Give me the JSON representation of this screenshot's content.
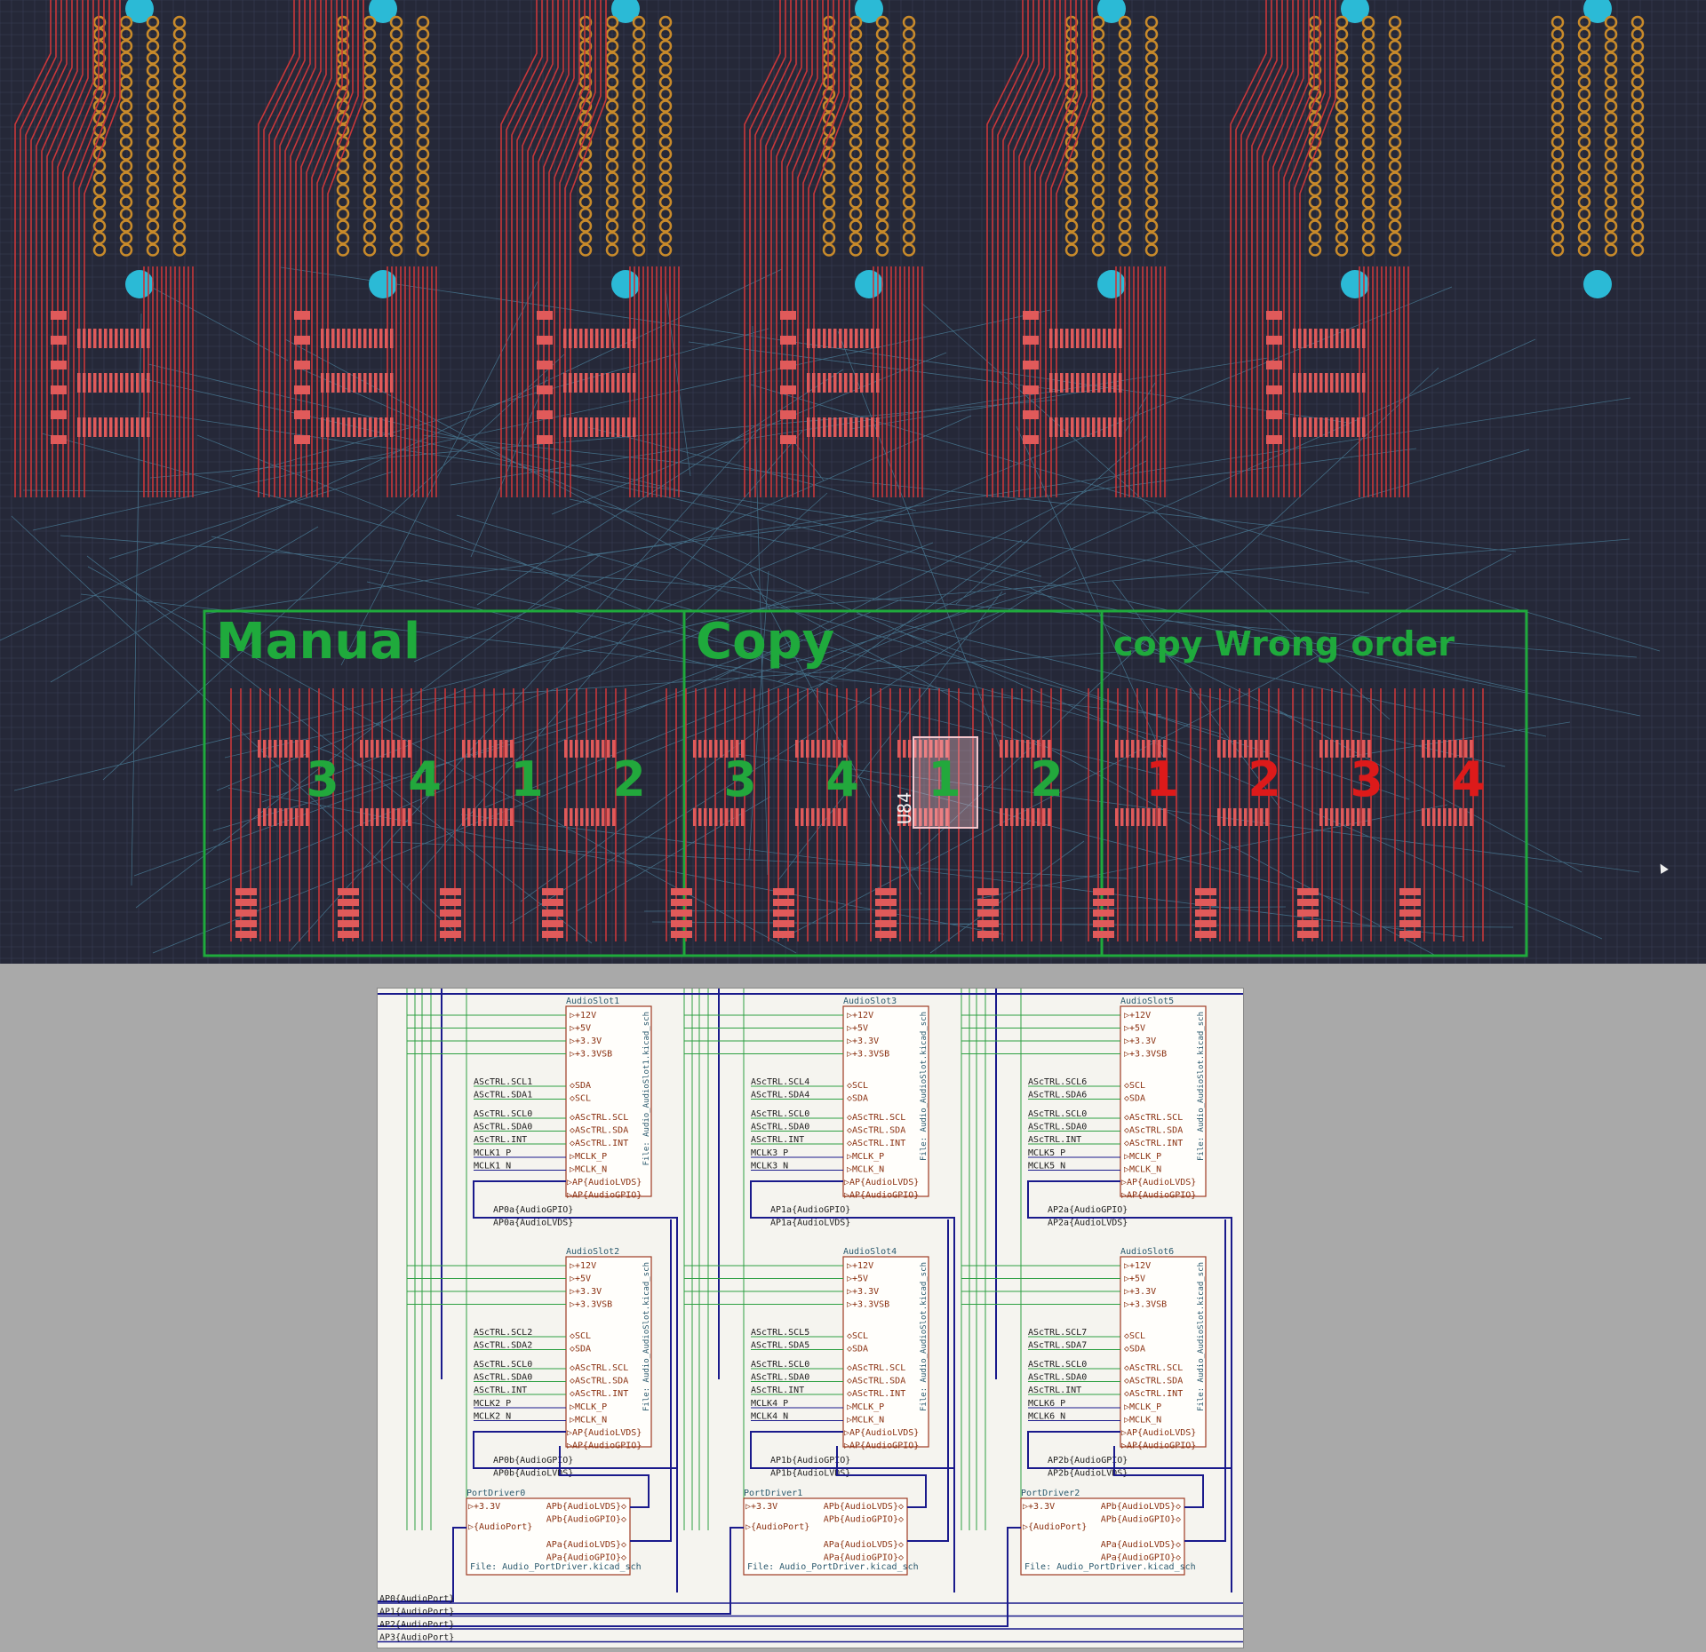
{
  "pcb_view": {
    "groups": [
      {
        "label": "Manual",
        "numbers": [
          "3",
          "4",
          "1",
          "2"
        ],
        "number_color": "green"
      },
      {
        "label": "Copy",
        "numbers": [
          "3",
          "4",
          "1",
          "2"
        ],
        "number_color": "green"
      },
      {
        "label": "copy Wrong order",
        "numbers": [
          "1",
          "2",
          "3",
          "4"
        ],
        "number_color": "red"
      }
    ],
    "selected_ref": "U84",
    "colors": {
      "board": "#252838",
      "copper": "#c8373a",
      "pad": "#e05a5a",
      "ratsnest": "#5aa0c0",
      "hole": "#2bbad6",
      "group_box": "#1faa3c"
    }
  },
  "schematic": {
    "slots": [
      {
        "name": "AudioSlot1",
        "file": "File: Audio_AudioSlot1.kicad_sch",
        "power": [
          "+12V",
          "+5V",
          "+3.3V",
          "+3.3VSB"
        ],
        "bus": [
          "SDA",
          "SCL"
        ],
        "ctrl": [
          "AScTRL.SCL",
          "AScTRL.SDA",
          "AScTRL.INT"
        ],
        "mclk": [
          "MCLK_P",
          "MCLK_N"
        ],
        "ports": [
          "AP{AudioLVDS}",
          "AP{AudioGPIO}"
        ],
        "labels_i2c": [
          "AScTRL.SCL1",
          "AScTRL.SDA1"
        ],
        "labels_ctrl": [
          "AScTRL.SCL0",
          "AScTRL.SDA0",
          "AScTRL.INT"
        ],
        "labels_mclk": [
          "MCLK1_P",
          "MCLK1_N"
        ],
        "labels_ap": [
          "AP0a{AudioGPIO}",
          "AP0a{AudioLVDS}"
        ]
      },
      {
        "name": "AudioSlot3",
        "file": "File: Audio_AudioSlot.kicad_sch",
        "power": [
          "+12V",
          "+5V",
          "+3.3V",
          "+3.3VSB"
        ],
        "bus": [
          "SCL",
          "SDA"
        ],
        "ctrl": [
          "AScTRL.SCL",
          "AScTRL.SDA",
          "AScTRL.INT"
        ],
        "mclk": [
          "MCLK_P",
          "MCLK_N"
        ],
        "ports": [
          "AP{AudioLVDS}",
          "AP{AudioGPIO}"
        ],
        "labels_i2c": [
          "AScTRL.SCL4",
          "AScTRL.SDA4"
        ],
        "labels_ctrl": [
          "AScTRL.SCL0",
          "AScTRL.SDA0",
          "AScTRL.INT"
        ],
        "labels_mclk": [
          "MCLK3_P",
          "MCLK3_N"
        ],
        "labels_ap": [
          "AP1a{AudioGPIO}",
          "AP1a{AudioLVDS}"
        ]
      },
      {
        "name": "AudioSlot5",
        "file": "File: Audio_AudioSlot.kicad_sch",
        "power": [
          "+12V",
          "+5V",
          "+3.3V",
          "+3.3VSB"
        ],
        "bus": [
          "SCL",
          "SDA"
        ],
        "ctrl": [
          "AScTRL.SCL",
          "AScTRL.SDA",
          "AScTRL.INT"
        ],
        "mclk": [
          "MCLK_P",
          "MCLK_N"
        ],
        "ports": [
          "AP{AudioLVDS}",
          "AP{AudioGPIO}"
        ],
        "labels_i2c": [
          "AScTRL.SCL6",
          "AScTRL.SDA6"
        ],
        "labels_ctrl": [
          "AScTRL.SCL0",
          "AScTRL.SDA0",
          "AScTRL.INT"
        ],
        "labels_mclk": [
          "MCLK5_P",
          "MCLK5_N"
        ],
        "labels_ap": [
          "AP2a{AudioGPIO}",
          "AP2a{AudioLVDS}"
        ]
      },
      {
        "name": "AudioSlot2",
        "file": "File: Audio_AudioSlot.kicad_sch",
        "power": [
          "+12V",
          "+5V",
          "+3.3V",
          "+3.3VSB"
        ],
        "bus": [
          "SCL",
          "SDA"
        ],
        "ctrl": [
          "AScTRL.SCL",
          "AScTRL.SDA",
          "AScTRL.INT"
        ],
        "mclk": [
          "MCLK_P",
          "MCLK_N"
        ],
        "ports": [
          "AP{AudioLVDS}",
          "AP{AudioGPIO}"
        ],
        "labels_i2c": [
          "AScTRL.SCL2",
          "AScTRL.SDA2"
        ],
        "labels_ctrl": [
          "AScTRL.SCL0",
          "AScTRL.SDA0",
          "AScTRL.INT"
        ],
        "labels_mclk": [
          "MCLK2_P",
          "MCLK2_N"
        ],
        "labels_ap": [
          "AP0b{AudioGPIO}",
          "AP0b{AudioLVDS}"
        ]
      },
      {
        "name": "AudioSlot4",
        "file": "File: Audio_AudioSlot.kicad_sch",
        "power": [
          "+12V",
          "+5V",
          "+3.3V",
          "+3.3VSB"
        ],
        "bus": [
          "SCL",
          "SDA"
        ],
        "ctrl": [
          "AScTRL.SCL",
          "AScTRL.SDA",
          "AScTRL.INT"
        ],
        "mclk": [
          "MCLK_P",
          "MCLK_N"
        ],
        "ports": [
          "AP{AudioLVDS}",
          "AP{AudioGPIO}"
        ],
        "labels_i2c": [
          "AScTRL.SCL5",
          "AScTRL.SDA5"
        ],
        "labels_ctrl": [
          "AScTRL.SCL0",
          "AScTRL.SDA0",
          "AScTRL.INT"
        ],
        "labels_mclk": [
          "MCLK4_P",
          "MCLK4_N"
        ],
        "labels_ap": [
          "AP1b{AudioGPIO}",
          "AP1b{AudioLVDS}"
        ]
      },
      {
        "name": "AudioSlot6",
        "file": "File: Audio_AudioSlot.kicad_sch",
        "power": [
          "+12V",
          "+5V",
          "+3.3V",
          "+3.3VSB"
        ],
        "bus": [
          "SCL",
          "SDA"
        ],
        "ctrl": [
          "AScTRL.SCL",
          "AScTRL.SDA",
          "AScTRL.INT"
        ],
        "mclk": [
          "MCLK_P",
          "MCLK_N"
        ],
        "ports": [
          "AP{AudioLVDS}",
          "AP{AudioGPIO}"
        ],
        "labels_i2c": [
          "AScTRL.SCL7",
          "AScTRL.SDA7"
        ],
        "labels_ctrl": [
          "AScTRL.SCL0",
          "AScTRL.SDA0",
          "AScTRL.INT"
        ],
        "labels_mclk": [
          "MCLK6_P",
          "MCLK6_N"
        ],
        "labels_ap": [
          "AP2b{AudioGPIO}",
          "AP2b{AudioLVDS}"
        ]
      }
    ],
    "drivers": [
      {
        "name": "PortDriver0",
        "file": "File: Audio_PortDriver.kicad_sch"
      },
      {
        "name": "PortDriver1",
        "file": "File: Audio_PortDriver.kicad_sch"
      },
      {
        "name": "PortDriver2",
        "file": "File: Audio_PortDriver.kicad_sch"
      }
    ],
    "driver_pins": {
      "left": [
        "+3.3V",
        "{AudioPort}"
      ],
      "right": [
        "APb{AudioLVDS}",
        "APb{AudioGPIO}",
        "APa{AudioLVDS}",
        "APa{AudioGPIO}"
      ]
    },
    "global_labels": [
      "AP0{AudioPort}",
      "AP1{AudioPort}",
      "AP2{AudioPort}",
      "AP3{AudioPort}"
    ],
    "colors": {
      "sheet_border": "#9e3b22",
      "sheet_text": "#2c5a6e",
      "pin_text": "#8a3010",
      "wire": "#2ea043",
      "bus": "#1a1a8c",
      "label": "#1d1d1d"
    }
  }
}
